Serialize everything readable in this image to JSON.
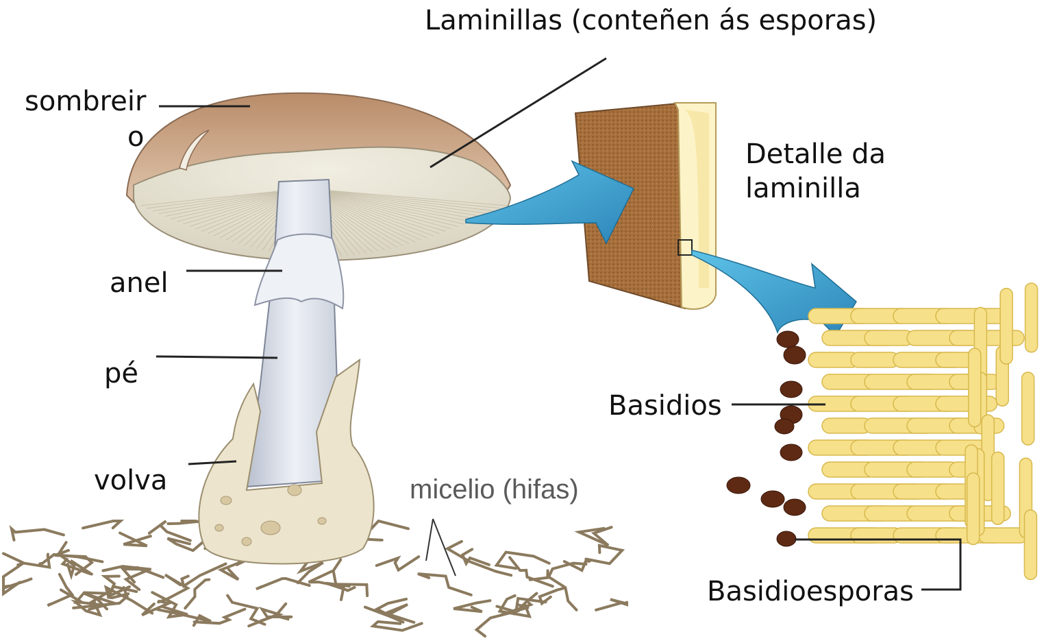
{
  "labels": {
    "laminillas": "Laminillas (conteñen ás esporas)",
    "sombreiro_line1": "sombreir",
    "sombreiro_line2": "o",
    "anel": "anel",
    "pe": "pé",
    "volva": "volva",
    "micelio": "micelio (hifas)",
    "detalle_line1": "Detalle da",
    "detalle_line2": "laminilla",
    "basidios": "Basidios",
    "basidioesporas": "Basidioesporas"
  },
  "colors": {
    "cap_top": "#c9a07e",
    "cap_gills": "#e7e3d3",
    "stem": "#d6dbe6",
    "volva": "#ece4cc",
    "mycelium": "#8b7a5e",
    "arrow": "#3ea2d3",
    "gill_detail": "#a0703f",
    "gill_edge": "#fdf3c8",
    "basidia": "#f6e08a",
    "spores": "#5e2a14"
  }
}
